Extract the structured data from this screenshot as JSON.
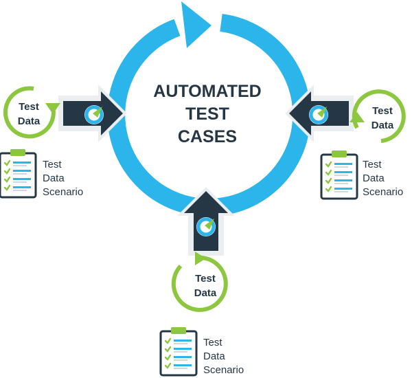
{
  "center": {
    "line1": "AUTOMATED",
    "line2": "TEST",
    "line3": "CASES"
  },
  "inputs": [
    {
      "cycle": {
        "line1": "Test",
        "line2": "Data"
      },
      "scenario": {
        "line1": "Test",
        "line2": "Data",
        "line3": "Scenario"
      }
    },
    {
      "cycle": {
        "line1": "Test",
        "line2": "Data"
      },
      "scenario": {
        "line1": "Test",
        "line2": "Data",
        "line3": "Scenario"
      }
    },
    {
      "cycle": {
        "line1": "Test",
        "line2": "Data"
      },
      "scenario": {
        "line1": "Test",
        "line2": "Data",
        "line3": "Scenario"
      }
    }
  ],
  "colors": {
    "main_cycle": "#2bb5ea",
    "small_cycle": "#8dc63f",
    "arrow_fill": "#253745",
    "arrow_border": "#eaeef1",
    "logo_circle": "#2bb5ea",
    "text": "#253745"
  },
  "icons": {
    "cycle": "circular-arrow-icon",
    "arrow": "input-arrow-icon",
    "logo": "logo-icon",
    "clipboard": "clipboard-checklist-icon"
  }
}
